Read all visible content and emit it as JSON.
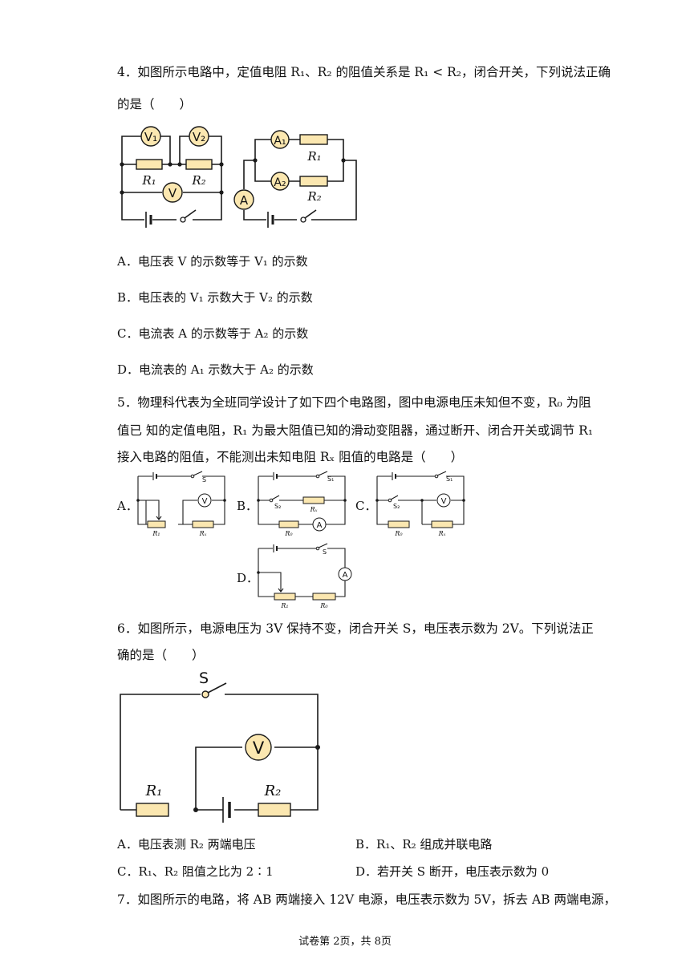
{
  "q4": {
    "line1": "4．如图所示电路中，定值电阻 R₁、R₂ 的阻值关系是 R₁ < R₂，闭合开关，下列说法正确",
    "line2": "的是（　　）",
    "optA": "A．电压表 V 的示数等于 V₁ 的示数",
    "optB": "B．电压表的 V₁ 示数大于 V₂ 的示数",
    "optC": "C．电流表 A 的示数等于 A₂ 的示数",
    "optD": "D．电流表的 A₁ 示数大于 A₂ 的示数",
    "fig": {
      "v1": "V₁",
      "v2": "V₂",
      "v": "V",
      "r1": "R₁",
      "r2": "R₂",
      "a": "A",
      "a1": "A₁",
      "a2": "A₂"
    }
  },
  "q5": {
    "line1": "5．物理科代表为全班同学设计了如下四个电路图，图中电源电压未知但不变，R₀ 为阻",
    "line2": "值已  知的定值电阻，R₁ 为最大阻值已知的滑动变阻器，通过断开、闭合开关或调节  R₁",
    "line3": "接入电路的阻值，不能测出未知电阻  Rₓ 阻值的电路是（　　）",
    "labelA": "A．",
    "labelB": "B．",
    "labelC": "C．",
    "labelD": "D．",
    "fig": {
      "s": "S",
      "s1": "S₁",
      "s2": "S₂",
      "r1": "R₁",
      "rx": "Rₓ",
      "r0": "R₀",
      "v": "V",
      "a": "A"
    }
  },
  "q6": {
    "line1": "6．如图所示，电源电压为 3V 保持不变，闭合开关 S，电压表示数为 2V。下列说法正",
    "line2": "确的是（　　）",
    "optA": "A．电压表测 R₂ 两端电压",
    "optB": "B．R₁、R₂ 组成并联电路",
    "optC": "C．R₁、R₂ 阻值之比为 2∶1",
    "optD": "D．若开关 S 断开，电压表示数为 0",
    "fig": {
      "s": "S",
      "v": "V",
      "r1": "R₁",
      "r2": "R₂"
    }
  },
  "q7": {
    "line1": "7．如图所示的电路，将 AB 两端接入 12V 电源，电压表示数为 5V，拆去 AB 两端电源，"
  },
  "footer": "试卷第 2页，共 8页"
}
